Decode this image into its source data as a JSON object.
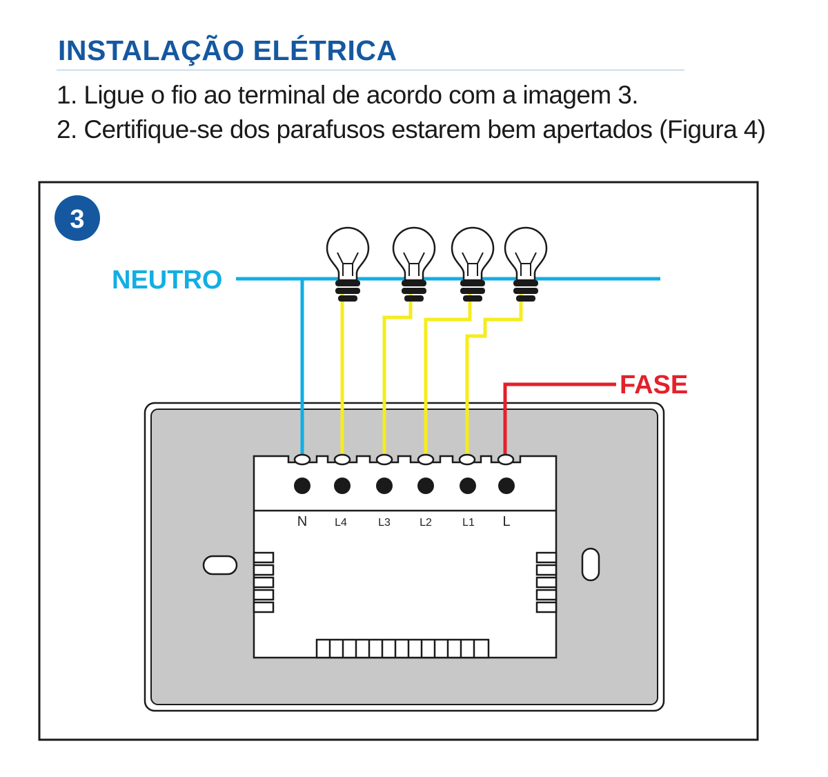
{
  "header": {
    "title": "INSTALAÇÃO ELÉTRICA",
    "steps": [
      "1. Ligue o fio ao terminal de acordo com a imagem 3.",
      "2. Certifique-se dos parafusos estarem bem apertados (Figura 4)"
    ]
  },
  "figure": {
    "number": "3",
    "neutral_label": "NEUTRO",
    "phase_label": "FASE",
    "terminals": [
      "N",
      "L4",
      "L3",
      "L2",
      "L1",
      "L"
    ]
  },
  "colors": {
    "title": "#1558a0",
    "neutral_wire": "#12aee4",
    "load_wire": "#f5ec1e",
    "phase_wire": "#e4202a",
    "plate": "#c8c8c8",
    "outline": "#1a1a1a"
  }
}
